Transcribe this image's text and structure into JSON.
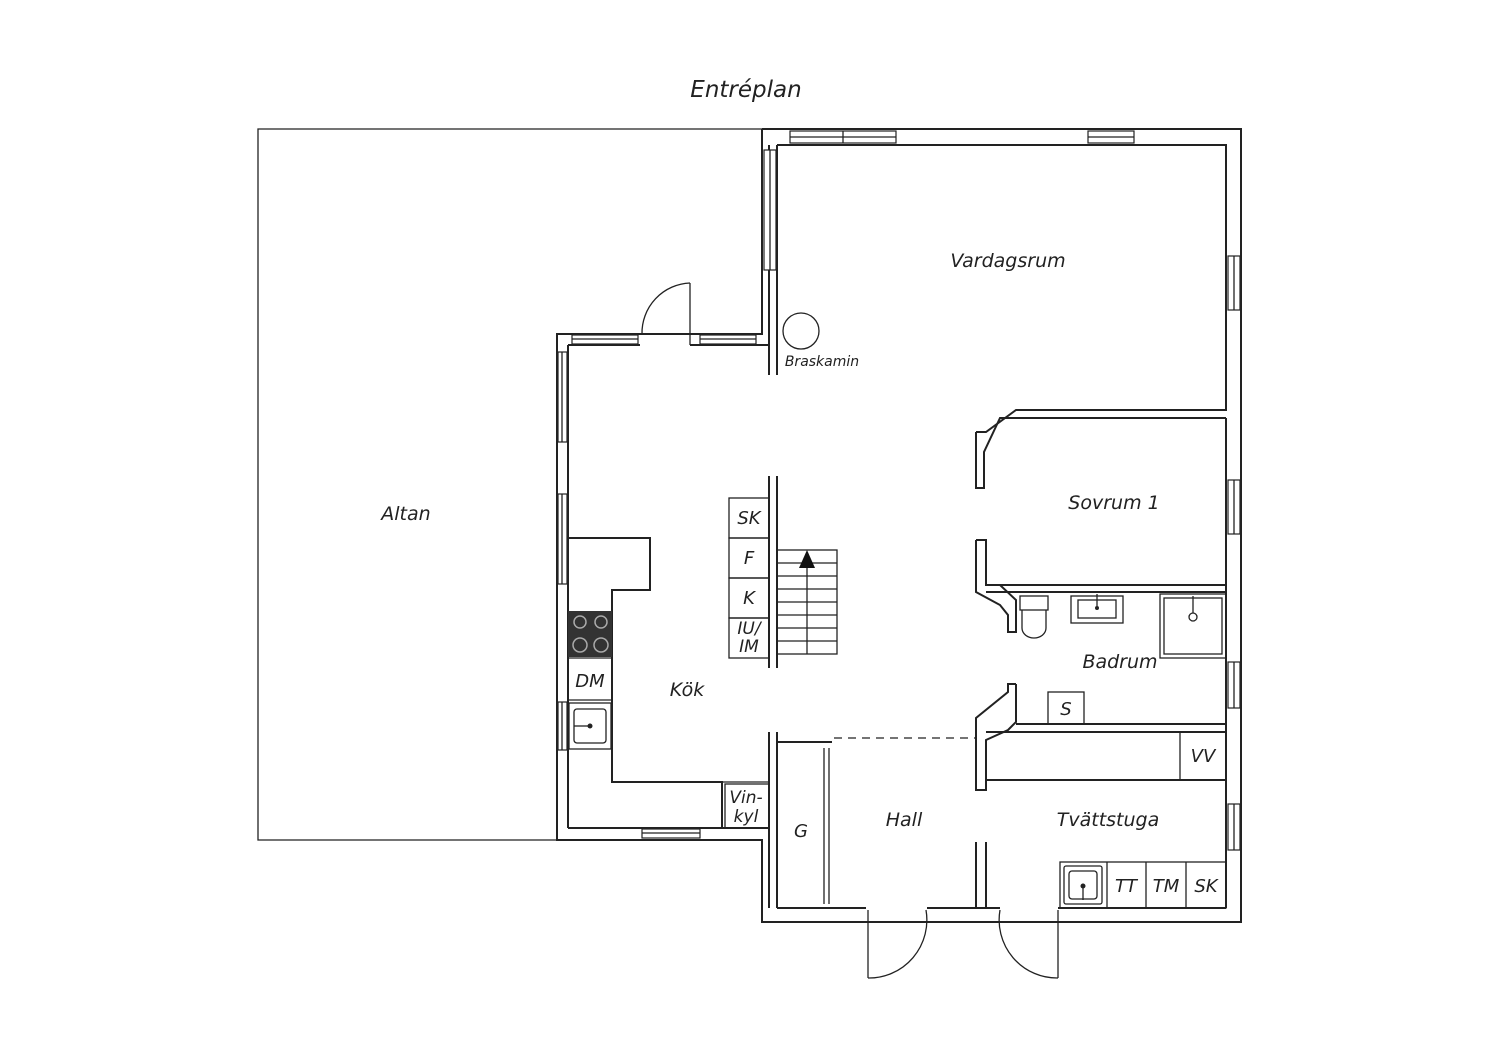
{
  "title": "Entréplan",
  "rooms": {
    "altan": "Altan",
    "vardagsrum": "Vardagsrum",
    "braskamin": "Braskamin",
    "sovrum": "Sovrum 1",
    "badrum": "Badrum",
    "kok": "Kök",
    "hall": "Hall",
    "tvattstuga": "Tvättstuga"
  },
  "fixtures": {
    "sk_kitchen": "SK",
    "f": "F",
    "k": "K",
    "iu_1": "IU/",
    "iu_2": "IM",
    "dm": "DM",
    "vin_1": "Vin-",
    "vin_2": "kyl",
    "g": "G",
    "s": "S",
    "vv": "VV",
    "tt": "TT",
    "tm": "TM",
    "sk_laundry": "SK"
  },
  "colors": {
    "line": "#222222",
    "background": "#ffffff",
    "stove": "#333333"
  }
}
